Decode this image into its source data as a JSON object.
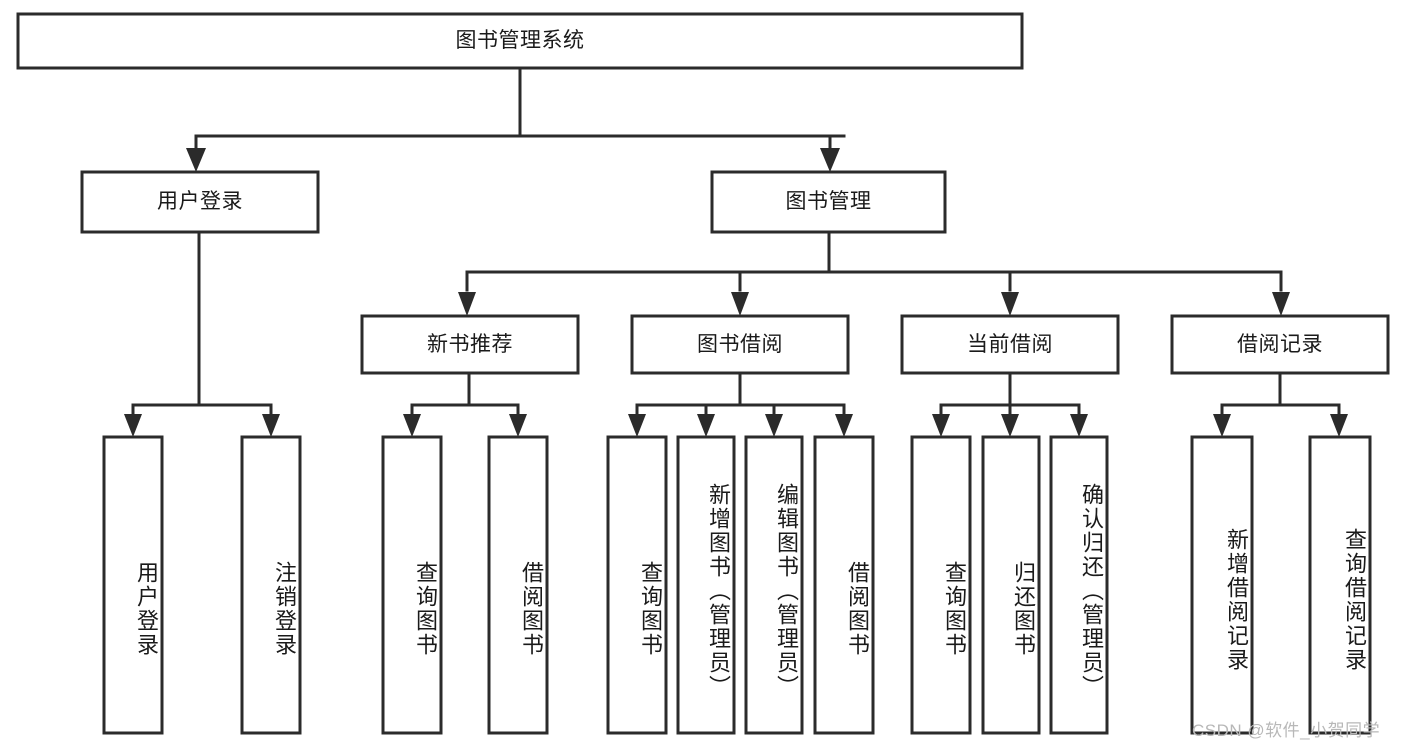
{
  "diagram": {
    "type": "hierarchy-tree",
    "title": "图书管理系统",
    "colors": {
      "box_stroke": "#2b2b2b",
      "box_fill": "#ffffff",
      "connector": "#2b2b2b",
      "text": "#1a1a1a",
      "watermark": "#b8b8b8",
      "background": "#ffffff"
    },
    "root": {
      "label": "图书管理系统"
    },
    "level2": [
      {
        "label": "用户登录"
      },
      {
        "label": "图书管理"
      }
    ],
    "level3": [
      {
        "label": "新书推荐"
      },
      {
        "label": "图书借阅"
      },
      {
        "label": "当前借阅"
      },
      {
        "label": "借阅记录"
      }
    ],
    "leaves": {
      "user_login": [
        {
          "label": "用户登录"
        },
        {
          "label": "注销登录"
        }
      ],
      "new_book_recommend": [
        {
          "label": "查询图书"
        },
        {
          "label": "借阅图书"
        }
      ],
      "book_borrow": [
        {
          "label": "查询图书"
        },
        {
          "label": "新增图书（管理员）"
        },
        {
          "label": "编辑图书（管理员）"
        },
        {
          "label": "借阅图书"
        }
      ],
      "current_borrow": [
        {
          "label": "查询图书"
        },
        {
          "label": "归还图书"
        },
        {
          "label": "确认归还（管理员）"
        }
      ],
      "borrow_record": [
        {
          "label": "新增借阅记录"
        },
        {
          "label": "查询借阅记录"
        }
      ]
    },
    "watermark": "CSDN @软件_小贺同学"
  }
}
